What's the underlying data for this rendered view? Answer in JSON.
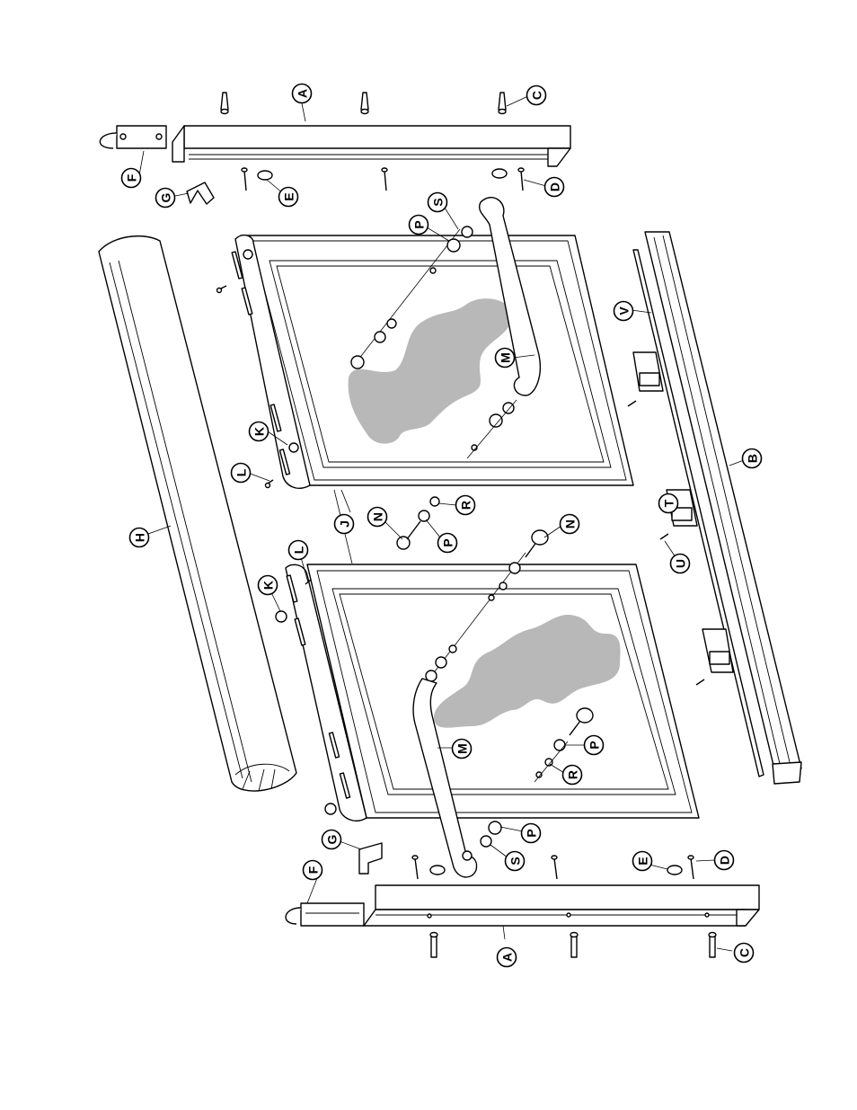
{
  "diagram": {
    "colors": {
      "line": "#000000",
      "glass_reflection": "#b8b8b8",
      "background": "#ffffff"
    },
    "callouts": [
      {
        "id": "A-top",
        "label": "A"
      },
      {
        "id": "C-top",
        "label": "C"
      },
      {
        "id": "F-top",
        "label": "F"
      },
      {
        "id": "G-top",
        "label": "G"
      },
      {
        "id": "E-top",
        "label": "E"
      },
      {
        "id": "D-top",
        "label": "D"
      },
      {
        "id": "S-top",
        "label": "S"
      },
      {
        "id": "P-top",
        "label": "P"
      },
      {
        "id": "V",
        "label": "V"
      },
      {
        "id": "M-top",
        "label": "M"
      },
      {
        "id": "K-top",
        "label": "K"
      },
      {
        "id": "L-top",
        "label": "L"
      },
      {
        "id": "B",
        "label": "B"
      },
      {
        "id": "J",
        "label": "J"
      },
      {
        "id": "R-mid",
        "label": "R"
      },
      {
        "id": "N-mid",
        "label": "N"
      },
      {
        "id": "P-mid",
        "label": "P"
      },
      {
        "id": "T",
        "label": "T"
      },
      {
        "id": "H",
        "label": "H"
      },
      {
        "id": "N-right",
        "label": "N"
      },
      {
        "id": "U",
        "label": "U"
      },
      {
        "id": "L-mid",
        "label": "L"
      },
      {
        "id": "K-mid",
        "label": "K"
      },
      {
        "id": "M-bottom",
        "label": "M"
      },
      {
        "id": "P-lower",
        "label": "P"
      },
      {
        "id": "R-lower",
        "label": "R"
      },
      {
        "id": "G-bottom",
        "label": "G"
      },
      {
        "id": "P-bottom",
        "label": "P"
      },
      {
        "id": "S-bottom",
        "label": "S"
      },
      {
        "id": "E-bottom",
        "label": "E"
      },
      {
        "id": "D-bottom",
        "label": "D"
      },
      {
        "id": "F-bottom",
        "label": "F"
      },
      {
        "id": "A-bottom",
        "label": "A"
      },
      {
        "id": "C-bottom",
        "label": "C"
      }
    ]
  }
}
